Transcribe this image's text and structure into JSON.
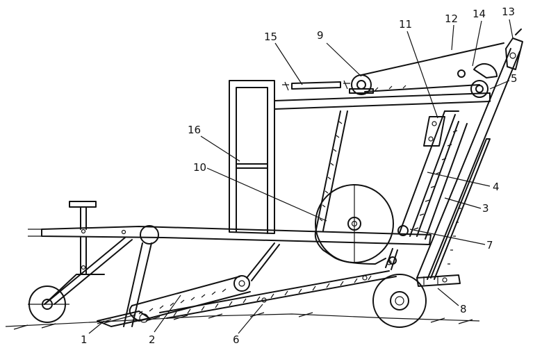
{
  "labels": {
    "l1": "1",
    "l2": "2",
    "l3": "3",
    "l4": "4",
    "l5": "5",
    "l6": "6",
    "l7": "7",
    "l8": "8",
    "l9": "9",
    "l10": "10",
    "l11": "11",
    "l12": "12",
    "l13": "13",
    "l14": "14",
    "l15": "15",
    "l16": "16"
  },
  "colors": {
    "ink": "#111111",
    "paper": "#ffffff"
  }
}
